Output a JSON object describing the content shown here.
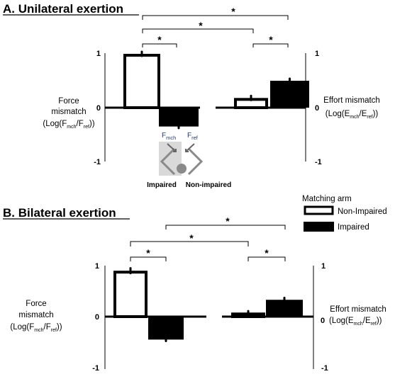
{
  "chart_data": [
    {
      "type": "bar",
      "title": "A. Unilateral exertion",
      "left_axis": {
        "label_lines": [
          "Force",
          "mismatch"
        ],
        "ratio_label": {
          "open": "(Log(F",
          "num_sub": "mch",
          "mid": "/F",
          "den_sub": "ref",
          "close": "))"
        },
        "ticks": [
          "1",
          "0",
          "-1"
        ],
        "ylim": [
          -1,
          1
        ]
      },
      "right_axis": {
        "label_lines": [
          "Effort mismatch"
        ],
        "ratio_label": {
          "open": "(Log(E",
          "num_sub": "mch",
          "mid": "/E",
          "den_sub": "ref",
          "close": "))"
        },
        "ticks": [
          "1",
          "0",
          "-1"
        ],
        "ylim": [
          -1,
          1
        ]
      },
      "groups": [
        "Force mismatch",
        "Effort mismatch"
      ],
      "series": [
        {
          "name": "Non-Impaired",
          "values": [
            1.0,
            0.18
          ],
          "errors": [
            0.04,
            0.04
          ]
        },
        {
          "name": "Impaired",
          "values": [
            -0.35,
            0.5
          ],
          "errors": [
            0.03,
            0.04
          ]
        }
      ],
      "significance": [
        "*",
        "*",
        "*",
        "*"
      ],
      "inset": {
        "fmch": "F",
        "fmch_sub": "mch",
        "fref": "F",
        "fref_sub": "ref",
        "left_caption": "Impaired",
        "right_caption": "Non-impaired"
      }
    },
    {
      "type": "bar",
      "title": "B. Bilateral exertion",
      "left_axis": {
        "label_lines": [
          "Force",
          "mismatch"
        ],
        "ratio_label": {
          "open": "(Log(F",
          "num_sub": "mch",
          "mid": "/F",
          "den_sub": "ref",
          "close": "))"
        },
        "ticks": [
          "1",
          "0",
          "-1"
        ],
        "ylim": [
          -1,
          1
        ]
      },
      "right_axis": {
        "label_lines": [
          "Effort mismatch"
        ],
        "ratio_label": {
          "open": "(Log(E",
          "num_sub": "mch",
          "mid": "/E",
          "den_sub": "ref",
          "close": "))"
        },
        "ticks": [
          "1",
          "0",
          "-1"
        ],
        "ylim": [
          -1,
          1
        ]
      },
      "groups": [
        "Force mismatch",
        "Effort mismatch"
      ],
      "series": [
        {
          "name": "Non-Impaired",
          "values": [
            0.9,
            0.08
          ],
          "errors": [
            0.05,
            0.03
          ]
        },
        {
          "name": "Impaired",
          "values": [
            -0.45,
            0.33
          ],
          "errors": [
            0.03,
            0.04
          ]
        }
      ],
      "significance": [
        "*",
        "*",
        "*",
        "*"
      ]
    }
  ],
  "legend": {
    "title": "Matching arm",
    "items": [
      {
        "label": "Non-Impaired",
        "style": "outline"
      },
      {
        "label": "Impaired",
        "style": "filled"
      }
    ]
  },
  "colors": {
    "bar_fill": "#000000",
    "bar_outline": "#000000",
    "background": "#ffffff",
    "inset_arrow": "#8a8a8a",
    "inset_shade": "#d9d9d9",
    "subscript_text": "#1f3a7a"
  }
}
